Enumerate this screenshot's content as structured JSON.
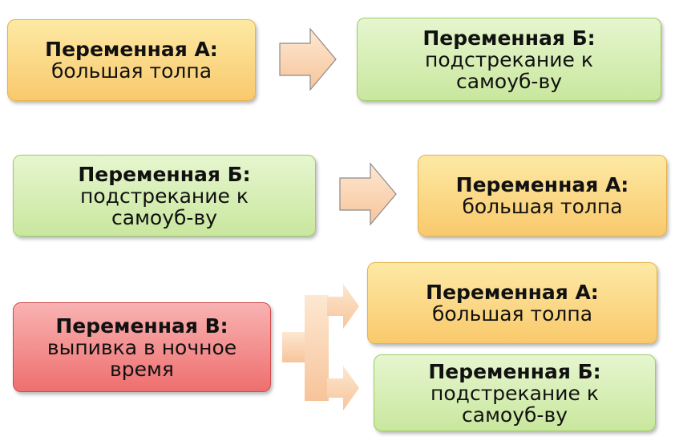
{
  "row1": {
    "left": {
      "title": "Переменная А:",
      "desc": "большая толпа"
    },
    "right": {
      "title": "Переменная Б:",
      "desc_line1": "подстрекание к",
      "desc_line2": "самоуб-ву"
    }
  },
  "row2": {
    "left": {
      "title": "Переменная Б:",
      "desc_line1": "подстрекание к",
      "desc_line2": "самоуб-ву"
    },
    "right": {
      "title": "Переменная А:",
      "desc": "большая толпа"
    }
  },
  "row3": {
    "left": {
      "title": "Переменная В:",
      "desc_line1": "выпивка в ночное",
      "desc_line2": "время"
    },
    "right_top": {
      "title": "Переменная А:",
      "desc": "большая толпа"
    },
    "right_bottom": {
      "title": "Переменная Б:",
      "desc_line1": "подстрекание к",
      "desc_line2": "самоуб-ву"
    }
  },
  "colors": {
    "orange_box": "#f9c96c",
    "green_box": "#c9e79e",
    "red_box": "#ee6f6f",
    "arrow": "#fbd8b7"
  }
}
